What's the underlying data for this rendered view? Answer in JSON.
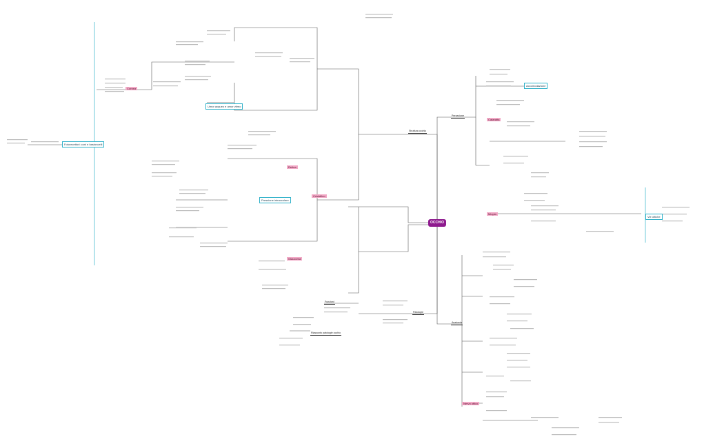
{
  "root": "OCCHIO",
  "branches": [
    {
      "id": "b1",
      "label": "Struttura occhio"
    },
    {
      "id": "b2",
      "label": "Percezione"
    },
    {
      "id": "b3",
      "label": "Patologie"
    },
    {
      "id": "b4",
      "label": "Riassunto patologie occhio"
    },
    {
      "id": "b5",
      "label": "Anatomia"
    },
    {
      "id": "b6",
      "label": "Funzioni"
    }
  ],
  "highlights": [
    {
      "id": "h1",
      "label": "Cornea"
    },
    {
      "id": "h2",
      "label": "Retina"
    },
    {
      "id": "h3",
      "label": "Cristallino"
    },
    {
      "id": "h4",
      "label": "Glaucoma"
    },
    {
      "id": "h5",
      "label": "Cataratta"
    },
    {
      "id": "h6",
      "label": "Miopia"
    },
    {
      "id": "h7",
      "label": "Nervo ottico"
    }
  ],
  "boxes": [
    {
      "id": "c1",
      "label": "Fotorecettori: coni e bastoncelli"
    },
    {
      "id": "c2",
      "label": "Umor acqueo e umor vitreo"
    },
    {
      "id": "c3",
      "label": "Pressione intraoculare"
    },
    {
      "id": "c4",
      "label": "Accomodazione"
    },
    {
      "id": "c5",
      "label": "Vie ottiche"
    }
  ],
  "colors": {
    "root": "#8e1a8e",
    "pink": "#f2a9c6",
    "cyan": "#2fb1c9",
    "line": "#444444"
  }
}
